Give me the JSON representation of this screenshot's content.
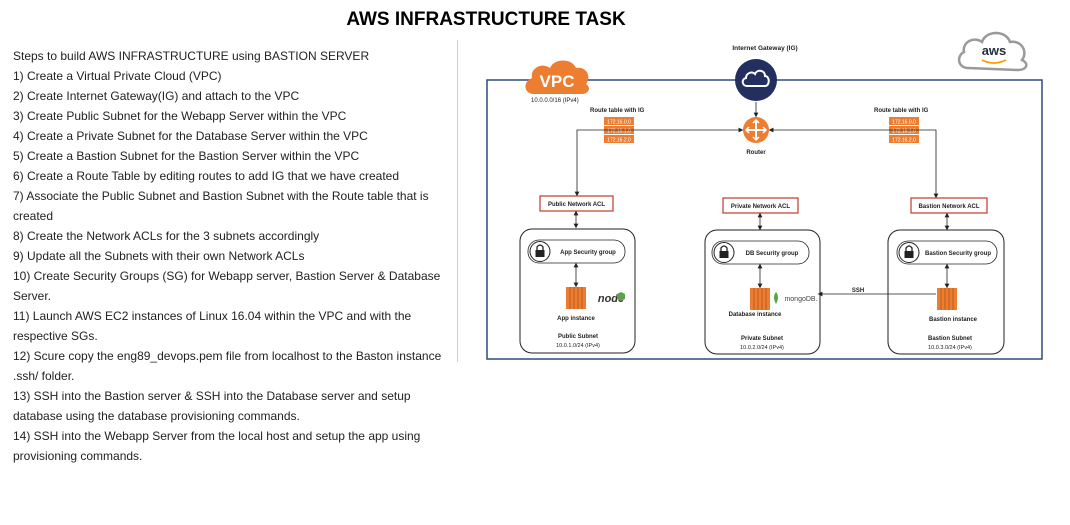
{
  "page": {
    "title": "AWS INFRASTRUCTURE TASK"
  },
  "steps": [
    "Steps to build AWS INFRASTRUCTURE using BASTION SERVER",
    "1) Create a Virtual Private Cloud (VPC)",
    "2) Create Internet Gateway(IG) and attach to the VPC",
    "3) Create Public Subnet for the Webapp Server within the VPC",
    "4) Create a Private Subnet for the Database Server within the VPC",
    "5) Create a Bastion Subnet for the Bastion Server within the VPC",
    "6) Create a Route Table by editing routes to add IG that we have created",
    "7) Associate the Public Subnet and Bastion Subnet with the Route table that is created",
    "8) Create the Network ACLs for the 3 subnets accordingly",
    "9) Update all the Subnets with their own Network ACLs",
    "10) Create Security Groups (SG) for Webapp server, Bastion Server & Database Server.",
    "11) Launch AWS EC2 instances of Linux 16.04 within the VPC and with the respective SGs.",
    "12) Scure copy the eng89_devops.pem file from localhost to the Baston instance .ssh/ folder.",
    "13) SSH into the Bastion server & SSH into the Database server and setup database using the database provisioning commands.",
    "14) SSH into the Webapp Server from the local host and setup the app using provisioning commands."
  ],
  "diagram": {
    "aws_logo": "aws",
    "vpc_label": "VPC",
    "vpc_cidr": "10.0.0.0/16 (IPv4)",
    "internet_gateway": "Internet Gateway (IG)",
    "router": "Router",
    "route_table_left": {
      "label": "Route table with IG",
      "rows": [
        "172.16.0.0",
        "172.16.1.0",
        "172.16.2.0"
      ]
    },
    "route_table_right": {
      "label": "Route table with IG",
      "rows": [
        "172.16.0.0",
        "172.16.1.0",
        "172.16.2.0"
      ]
    },
    "acl_public": "Public Network ACL",
    "acl_private": "Private Network ACL",
    "acl_bastion": "Bastion Network ACL",
    "sg_app": "App Security group",
    "sg_db": "DB Security group",
    "sg_bastion": "Bastion Security group",
    "app_instance": "App instance",
    "db_instance": "Database instance",
    "bastion_instance": "Bastion instance",
    "node_logo": "node",
    "mongo_logo": "mongoDB.",
    "ssh_label": "SSH",
    "public_subnet": {
      "name": "Public Subnet",
      "cidr": "10.0.1.0/24 (IPv4)"
    },
    "private_subnet": {
      "name": "Private Subnet",
      "cidr": "10.0.2.0/24 (IPv4)"
    },
    "bastion_subnet": {
      "name": "Bastion Subnet",
      "cidr": "10.0.3.0/24 (IPv4)"
    },
    "colors": {
      "vpc_border": "#2e4a7d",
      "orange": "#ed7d31",
      "ig_navy": "#232f5e",
      "acl_red": "#c0392b",
      "node_green": "#5fa04e",
      "mongo_green": "#4faa41"
    }
  }
}
